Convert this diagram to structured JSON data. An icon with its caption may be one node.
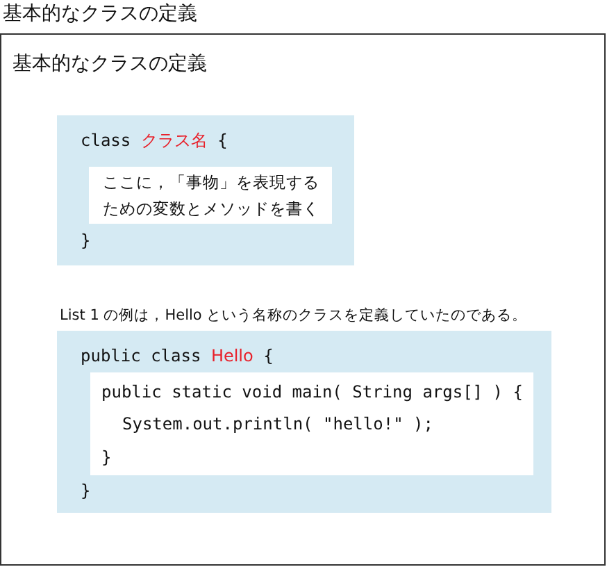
{
  "diagram": {
    "title": "基本的なクラスの定義",
    "nodes": [
      {
        "text": [
          "基本的なクラスの定義"
        ]
      },
      {
        "text": [
          "class",
          "クラス名",
          "{",
          "}"
        ],
        "in": 0
      },
      {
        "text": [
          "ここに，「事物」を表現するための変数とメソッドを書く"
        ],
        "in": 1
      },
      {
        "text": [
          "public class",
          "Hello",
          "{",
          "}"
        ],
        "in": 0
      },
      {
        "text": [
          "public static void main( String args[] ) {",
          "System.out.println( \"hello!\" );",
          "}"
        ],
        "in": 3
      }
    ],
    "labels": [
      "List 1 の例は，Hello という名称のクラスを定義していたのである。"
    ]
  }
}
